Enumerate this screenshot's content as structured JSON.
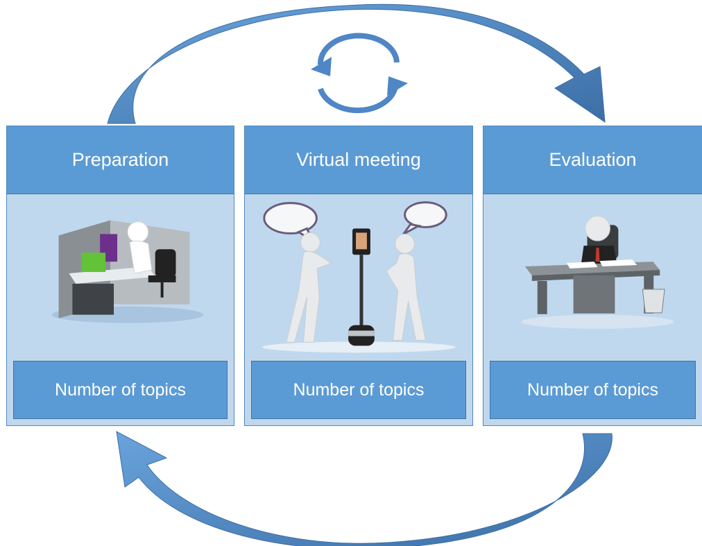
{
  "diagram": {
    "stages": [
      {
        "title": "Preparation",
        "footer": "Number of topics",
        "illustration_icon": "office-cubicle-figure-icon"
      },
      {
        "title": "Virtual meeting",
        "footer": "Number of topics",
        "illustration_icon": "telepresence-robot-conversation-icon"
      },
      {
        "title": "Evaluation",
        "footer": "Number of topics",
        "illustration_icon": "figure-at-desk-writing-icon"
      }
    ],
    "colors": {
      "panel_header": "#5b9bd5",
      "panel_body": "#c0d8ee",
      "arrow": "#4f86c6",
      "arrow_dark": "#3b6ea5"
    },
    "connectors": [
      "top-arc-arrow-right",
      "bottom-arc-arrow-left",
      "center-cycle-icon"
    ]
  }
}
